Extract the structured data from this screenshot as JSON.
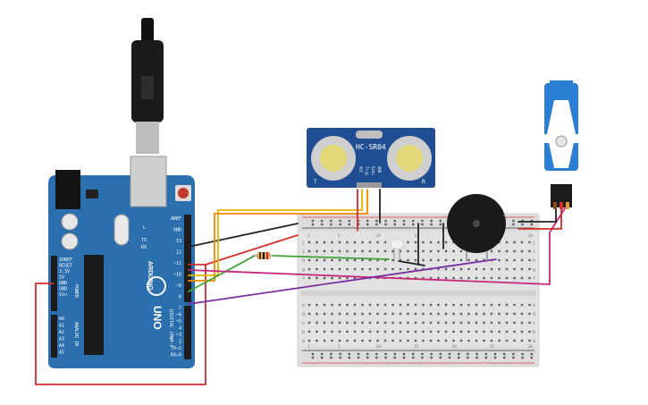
{
  "arduino": {
    "board_name": "ARDUINO",
    "model": "UNO",
    "digital_label": "DIGITAL (PWM~)",
    "power_label": "POWER",
    "analog_label": "ANALOG IN",
    "power_pins": [
      "IOREF",
      "RESET",
      "3.3V",
      "5V",
      "GND",
      "GND",
      "Vin"
    ],
    "analog_pins": [
      "A0",
      "A1",
      "A2",
      "A3",
      "A4",
      "A5"
    ],
    "top_pins": [
      "AREF",
      "GND",
      "13",
      "12",
      "~11",
      "~10",
      "~9",
      "8"
    ],
    "bottom_pins": [
      "7",
      "~6",
      "~5",
      "4",
      "~3",
      "2",
      "TX→1",
      "RX←0"
    ],
    "led_labels": [
      "L",
      "TX",
      "RX"
    ],
    "tx_rx": [
      "TX",
      "RX"
    ]
  },
  "sensor": {
    "name": "HC-SR04",
    "pins": [
      "VCC",
      "Trig",
      "Echo",
      "GND"
    ],
    "side_left": "T",
    "side_right": "R"
  },
  "breadboard": {
    "row_letters_top": [
      "a",
      "b",
      "c",
      "d",
      "e"
    ],
    "row_letters_bottom": [
      "f",
      "g",
      "h",
      "i",
      "j"
    ],
    "column_numbers": [
      "1",
      "5",
      "10",
      "15",
      "20",
      "25",
      "30"
    ]
  },
  "components": {
    "resistor": "resistor",
    "led": "led",
    "buzzer": "buzzer",
    "servo": "servo",
    "usb": "usb-cable"
  },
  "colors": {
    "board": "#2a6eae",
    "header": "#1f1f1f",
    "wire_red": "#d42b2b",
    "wire_black": "#222222",
    "wire_yellow": "#e8b400",
    "wire_orange": "#f08a00",
    "wire_green": "#3aa335",
    "wire_purple": "#7b2da0",
    "wire_magenta": "#c8267a",
    "breadboard": "#e4e4e4",
    "servo": "#2a7fd4"
  }
}
